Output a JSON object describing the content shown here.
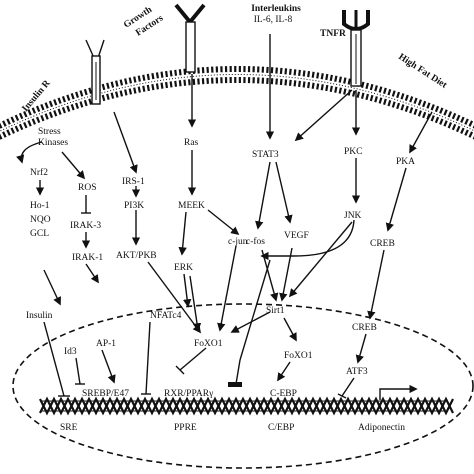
{
  "receptors": {
    "insulin_r": "Insulin R",
    "growth_factors_line1": "Growth",
    "growth_factors_line2": "Factors",
    "interleukins": "Interleukins",
    "interleukin_types": "IL-6, IL-8",
    "tnfr": "TNFR",
    "high_fat_diet": "High Fat Diet"
  },
  "nodes": {
    "stress_kinases_line1": "Stress",
    "stress_kinases_line2": "Kinases",
    "nrf2": "Nrf2",
    "ros": "ROS",
    "ho1": "Ho-1",
    "nqo": "NQO",
    "gcl": "GCL",
    "irak3": "IRAK-3",
    "irak1": "IRAK-1",
    "insulin": "Insulin",
    "id3": "Id3",
    "ap1": "AP-1",
    "irs1": "IRS-1",
    "pi3k": "PI3K",
    "akt_pkb": "AKT/PKB",
    "ras": "Ras",
    "meek": "MEEK",
    "erk": "ERK",
    "nfatc4": "NFATc4",
    "cjun": "c-jun",
    "stat3": "STAT3",
    "cfos": "c-fos",
    "vegf": "VEGF",
    "sirt1": "Sirt1",
    "foxo1_a": "FoXO1",
    "foxo1_b": "FoXO1",
    "pkc": "PKC",
    "jnk": "JNK",
    "pka": "PKA",
    "creb_a": "CREB",
    "creb_b": "CREB",
    "atf3": "ATF3"
  },
  "dna_labels": {
    "srebp_e47": "SREBP/E47",
    "rxr_ppar": "RXR/PPARγ",
    "c_ebp": "C-EBP",
    "sre": "SRE",
    "ppre": "PPRE",
    "c_ebp_site": "C/EBP",
    "adiponectin": "Adiponectin"
  }
}
